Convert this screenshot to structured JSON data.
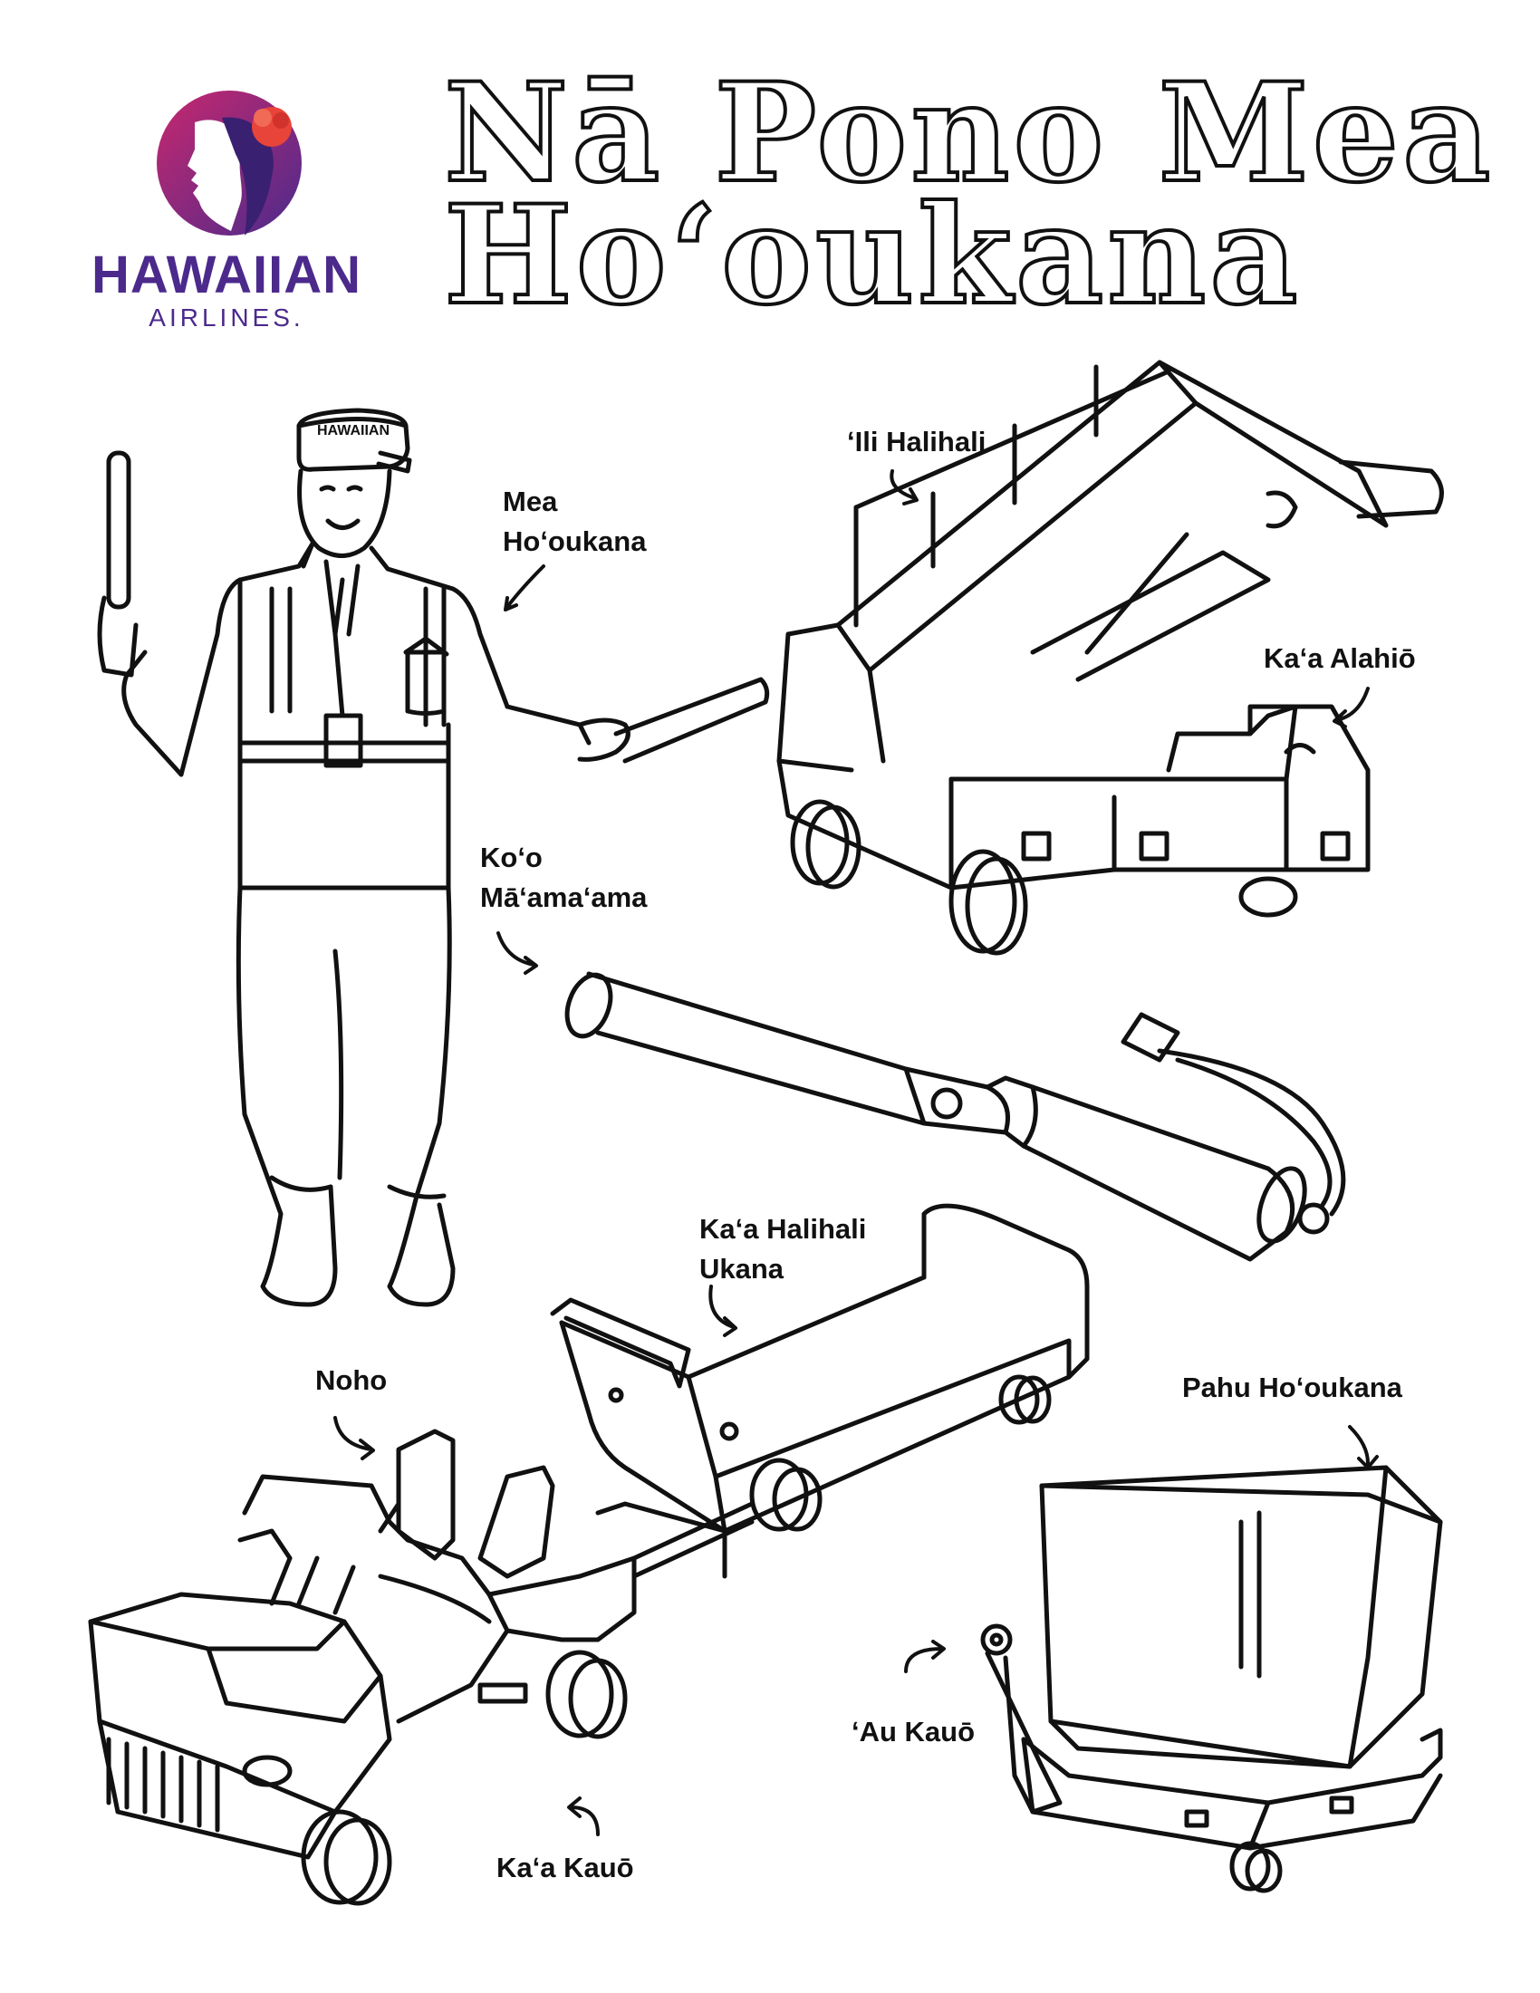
{
  "brand": {
    "name": "HAWAIIAN",
    "sub": "AIRLINES.",
    "colors": {
      "purple": "#4b2a8c",
      "magenta": "#c8286e",
      "flower": "#e8443a"
    }
  },
  "title": {
    "line1": "Nā Pono Mea",
    "line2": "Hoʻoukana"
  },
  "labels": {
    "mea_hooukana_1": "Mea",
    "mea_hooukana_2": "Hoʻoukana",
    "ili_halihali": "ʻIli Halihali",
    "kaa_alahio": "Kaʻa Alahiō",
    "koo_1": "Koʻo",
    "koo_2": "Māʻamaʻama",
    "kaa_halihali_1": "Kaʻa Halihali",
    "kaa_halihali_2": "Ukana",
    "noho": "Noho",
    "pahu_hooukana": "Pahu Hoʻoukana",
    "au_kauo": "ʻAu Kauō",
    "kaa_kauo": "Kaʻa Kauō"
  },
  "icons": [
    "hawaiian-airlines-logo",
    "ground-crew-person-icon",
    "belt-loader-icon",
    "marshalling-wand-icon",
    "baggage-cart-icon",
    "tug-tractor-icon",
    "cargo-container-icon"
  ]
}
